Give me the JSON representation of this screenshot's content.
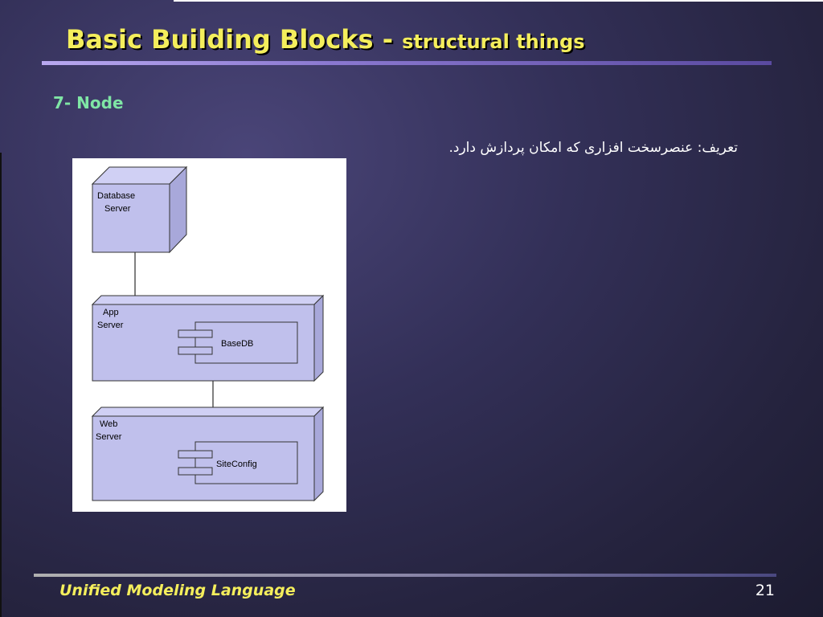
{
  "slide": {
    "title_main": "Basic Building Blocks - ",
    "title_sub": "structural things",
    "subtitle": "7- Node",
    "definition": "تعریف: عنصرسخت افزاری که امکان پردازش دارد.",
    "footer": "Unified Modeling Language",
    "page_number": "21"
  },
  "diagram": {
    "nodes": [
      {
        "label_line1": "Database",
        "label_line2": "Server"
      },
      {
        "label_line1": "App",
        "label_line2": "Server",
        "component": "BaseDB"
      },
      {
        "label_line1": "Web",
        "label_line2": "Server",
        "component": "SiteConfig"
      }
    ],
    "colors": {
      "node_fill": "#c0c0ec",
      "node_stroke": "#333333"
    }
  }
}
